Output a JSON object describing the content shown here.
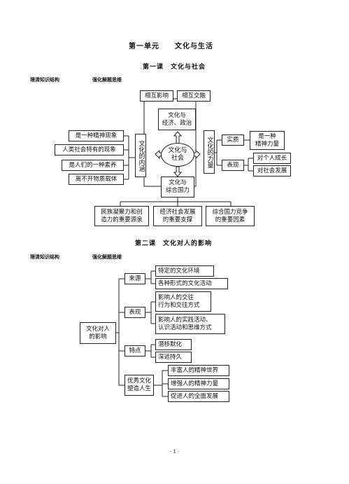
{
  "unit_title": "第一单元　　文化与生活",
  "lesson1": {
    "title": "第一课　文化与社会",
    "left_header": "理清知识结构",
    "right_header": "强化解题思维",
    "top_boxes": [
      "相互影响",
      "相互交融"
    ],
    "top_center": [
      "文化与",
      "经济、政治"
    ],
    "center": [
      "文化与",
      "社会"
    ],
    "bottom_center": [
      "文化与",
      "综合国力"
    ],
    "connotation_label": "文化的内涵",
    "connotation_items": [
      "是一种精神现象",
      "人类社会特有的现象",
      "是人们的一种素养",
      "离不开物质载体"
    ],
    "power_label": "文化的力量",
    "power_essence": "实质",
    "power_essence_value": [
      "是一种",
      "精神力量"
    ],
    "power_show": "表现",
    "power_show_items": [
      "对个人成长",
      "对社会发展"
    ],
    "bottom_boxes": [
      [
        "民族凝聚力和创",
        "造力的重要源泉"
      ],
      [
        "经济社会发展",
        "的重要支撑"
      ],
      [
        "综合国力竞争",
        "的重要因素"
      ]
    ]
  },
  "lesson2": {
    "title": "第二课　文化对人的影响",
    "left_header": "理清知识结构",
    "right_header": "强化解题思维",
    "root": [
      "文化对人",
      "的影响"
    ],
    "branches": {
      "source": "来源",
      "source_items": [
        "特定的文化环境",
        "各种形式的文化活动"
      ],
      "show": "表现",
      "show_items": [
        [
          "影响人的交往",
          "行为和交往方式"
        ],
        [
          "影响人的实践活动、",
          "认识活动和思维方式"
        ]
      ],
      "feature": "特点",
      "feature_items": [
        "潜移默化",
        "深远持久"
      ],
      "shape": [
        "优秀文化",
        "塑造人生"
      ],
      "shape_items": [
        "丰富人的精神世界",
        "增强人的精神力量",
        "促进人的全面发展"
      ]
    }
  },
  "page_number": "- 1 -"
}
